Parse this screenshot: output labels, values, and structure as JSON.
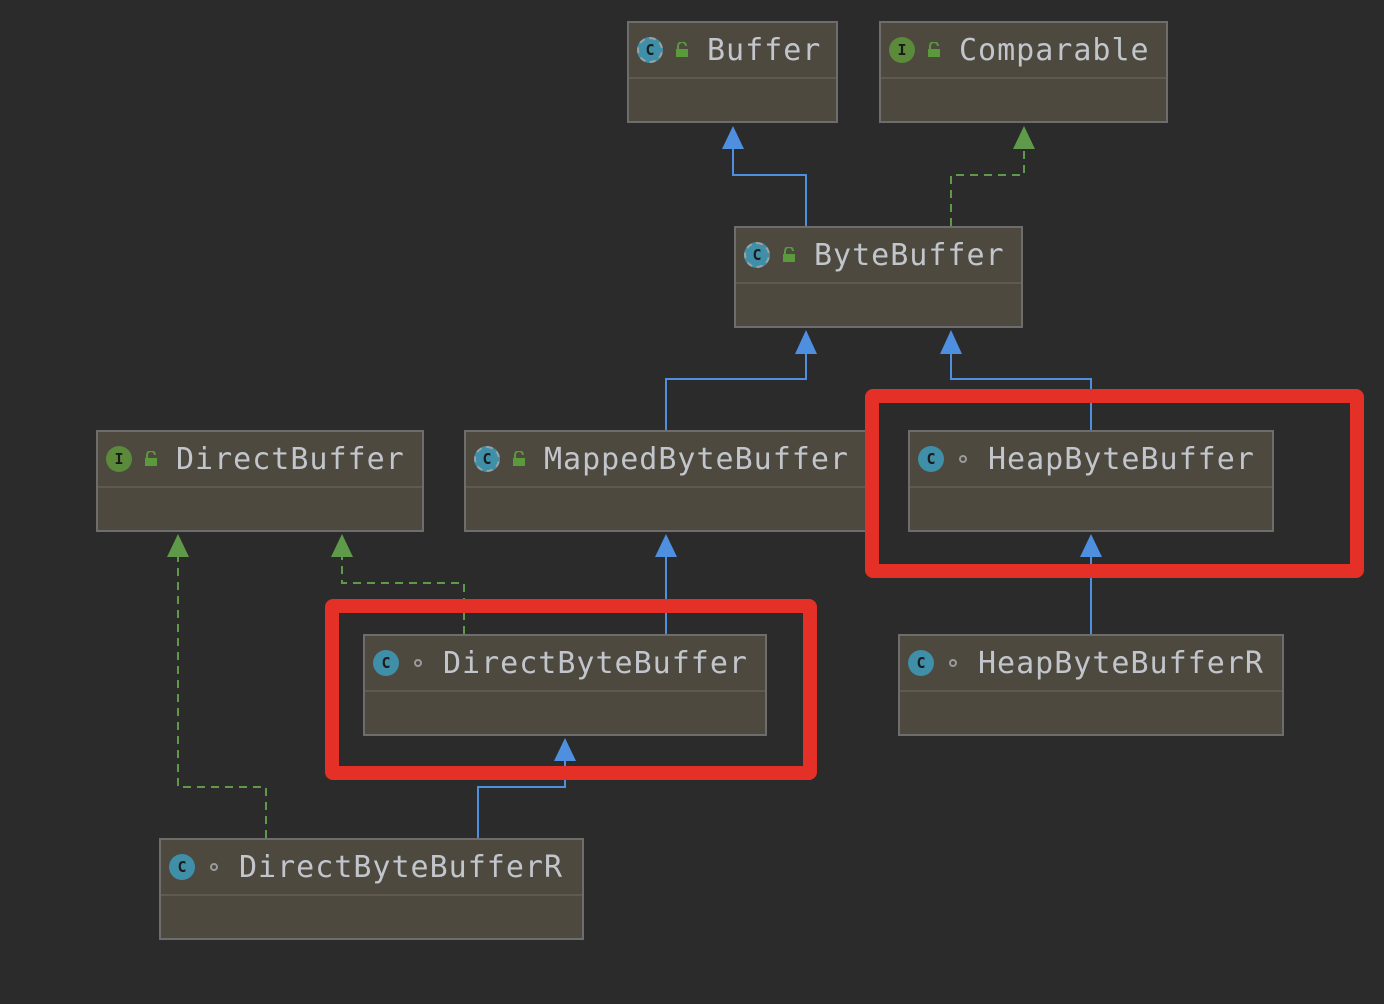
{
  "colors": {
    "background": "#2b2b2b",
    "node_fill": "#4d493f",
    "node_border": "#6d6d6d",
    "text": "#c2c6cc",
    "extends_line": "#4f8fe0",
    "implements_line": "#5f9a4a",
    "highlight": "#e43027"
  },
  "legend_icons": {
    "class": "class-icon",
    "abstract": "abstract-class-icon",
    "interface": "interface-icon",
    "public": "public-lock-icon",
    "package_private": "package-private-dot-icon"
  },
  "nodes": {
    "buffer": {
      "label": "Buffer",
      "badge": "C",
      "kind": "abstract",
      "visibility": "public"
    },
    "comparable": {
      "label": "Comparable",
      "badge": "I",
      "kind": "interface",
      "visibility": "public"
    },
    "bytebuffer": {
      "label": "ByteBuffer",
      "badge": "C",
      "kind": "abstract",
      "visibility": "public"
    },
    "directbuffer": {
      "label": "DirectBuffer",
      "badge": "I",
      "kind": "interface",
      "visibility": "public"
    },
    "mappedbytebuffer": {
      "label": "MappedByteBuffer",
      "badge": "C",
      "kind": "abstract",
      "visibility": "public"
    },
    "heapbytebuffer": {
      "label": "HeapByteBuffer",
      "badge": "C",
      "kind": "class",
      "visibility": "package"
    },
    "directbytebuffer": {
      "label": "DirectByteBuffer",
      "badge": "C",
      "kind": "class",
      "visibility": "package"
    },
    "heapbytebufferr": {
      "label": "HeapByteBufferR",
      "badge": "C",
      "kind": "class",
      "visibility": "package"
    },
    "directbytebufferr": {
      "label": "DirectByteBufferR",
      "badge": "C",
      "kind": "class",
      "visibility": "package"
    }
  },
  "edges": [
    {
      "from": "bytebuffer",
      "to": "buffer",
      "type": "extends"
    },
    {
      "from": "bytebuffer",
      "to": "comparable",
      "type": "implements"
    },
    {
      "from": "mappedbytebuffer",
      "to": "bytebuffer",
      "type": "extends"
    },
    {
      "from": "heapbytebuffer",
      "to": "bytebuffer",
      "type": "extends"
    },
    {
      "from": "directbytebuffer",
      "to": "directbuffer",
      "type": "implements"
    },
    {
      "from": "directbytebuffer",
      "to": "mappedbytebuffer",
      "type": "extends"
    },
    {
      "from": "heapbytebufferr",
      "to": "heapbytebuffer",
      "type": "extends"
    },
    {
      "from": "directbytebufferr",
      "to": "directbuffer",
      "type": "implements"
    },
    {
      "from": "directbytebufferr",
      "to": "directbytebuffer",
      "type": "extends"
    }
  ],
  "highlighted": [
    "heapbytebuffer",
    "directbytebuffer"
  ]
}
